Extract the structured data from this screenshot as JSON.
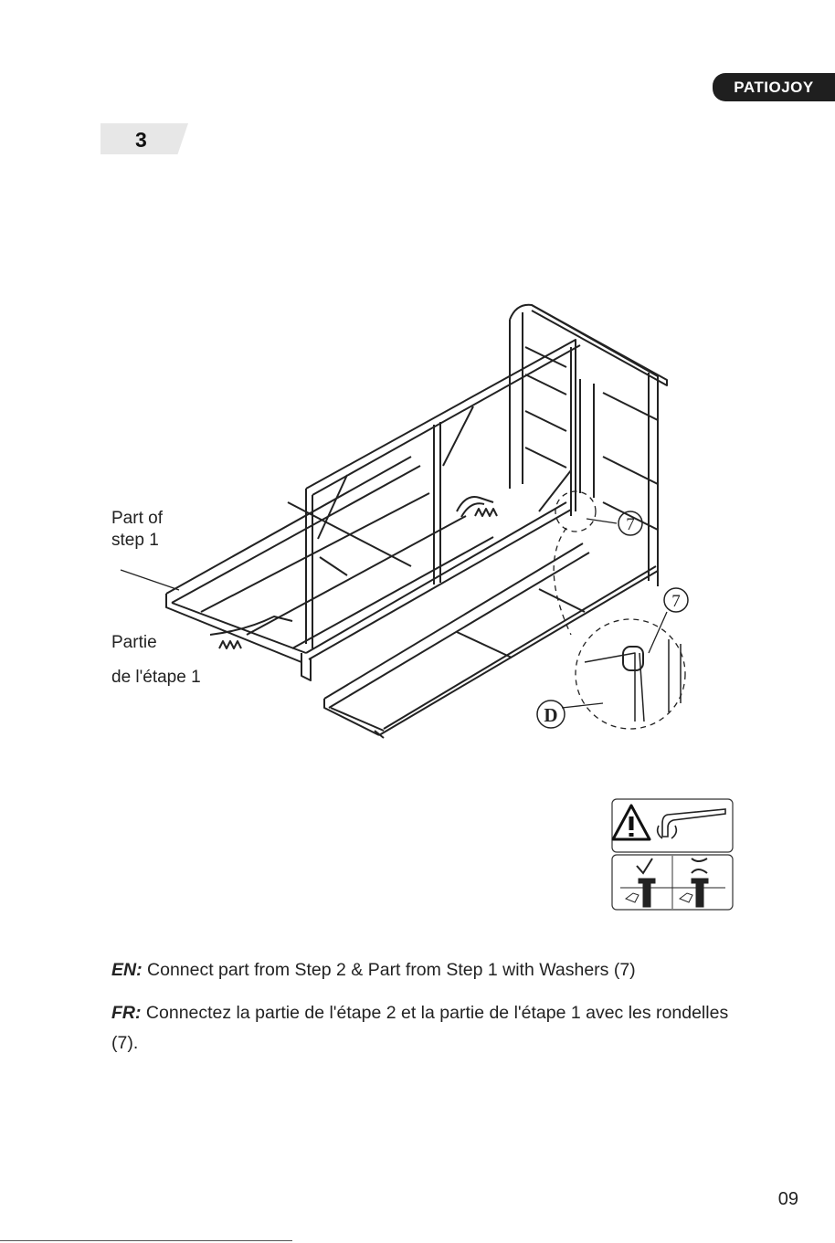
{
  "brand": {
    "name": "PATIOJOY"
  },
  "step": {
    "number": "3"
  },
  "labels": {
    "part_of_en_line1": "Part of",
    "part_of_en_line2": "step 1",
    "partie_fr_line1": "Partie",
    "partie_fr_line2": "de l'étape 1",
    "callout_washer_1": "7",
    "callout_washer_2": "7",
    "callout_part_d": "D"
  },
  "instructions": {
    "en_prefix": "EN:",
    "en_text": " Connect part from Step 2 & Part from Step 1 with Washers (7)",
    "fr_prefix": "FR:",
    "fr_text": " Connectez la partie de l'étape 2 et la partie de l'étape 1 avec les rondelles (7)."
  },
  "page": {
    "number": "09"
  },
  "icons": [
    "warning-icon",
    "allen-key-icon",
    "check-icon",
    "cross-icon",
    "bolt-icon"
  ]
}
